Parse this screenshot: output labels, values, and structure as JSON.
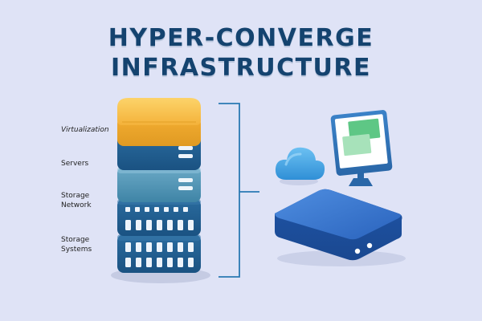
{
  "title": {
    "line1": "HYPER-CONVERGE",
    "line2": "INFRASTRUCTURE"
  },
  "stack_labels": {
    "virtualization": "Virtualization",
    "servers": "Servers",
    "storage_network_line1": "Storage",
    "storage_network_line2": "Network",
    "storage_systems_line1": "Storage",
    "storage_systems_line2": "Systems"
  },
  "colors": {
    "background": "#dfe3f6",
    "title": "#14436f",
    "virtualization_block": "#f6b63e",
    "server_block": "#1f5d8e",
    "network_block": "#4f93b4",
    "storage_block": "#225f8f",
    "bracket": "#2a79b3",
    "cloud": "#4aa6e4",
    "device": "#2f6bc4",
    "window_green": "#7fd39a"
  },
  "icons": [
    "cloud-icon",
    "monitor-icon",
    "server-device-icon"
  ]
}
